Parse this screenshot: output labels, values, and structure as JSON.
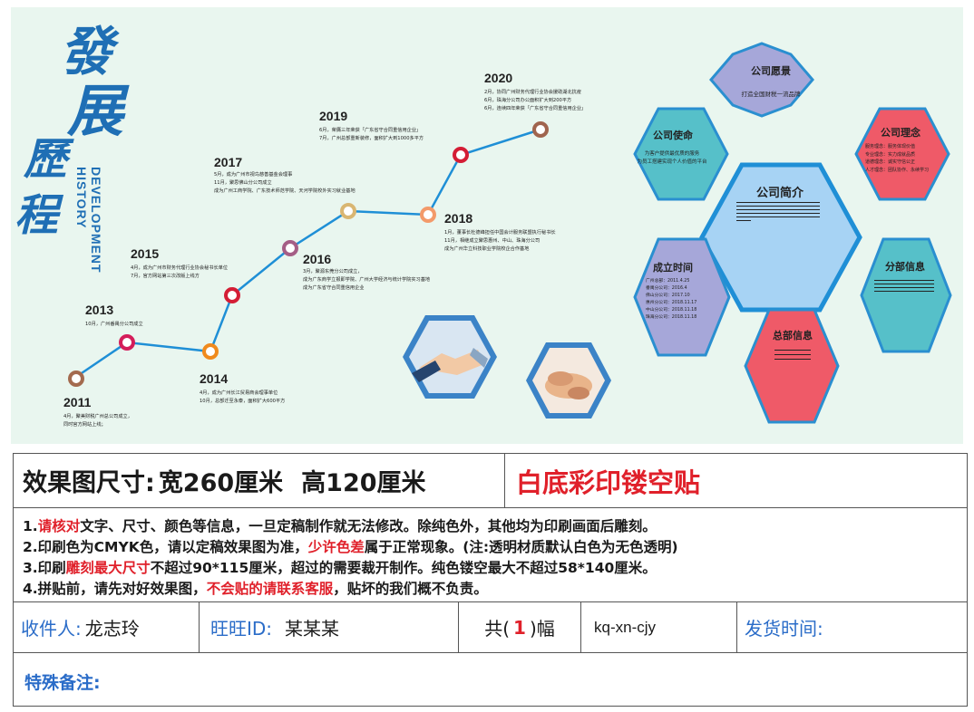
{
  "board": {
    "title_chars": [
      "發",
      "展",
      "歷",
      "程"
    ],
    "title_en": "DEVELOPMENT HISTORY",
    "milestones": [
      {
        "year": "2011",
        "lines": [
          "4月，聚美财税广州总公司成立，",
          "同时官方网站上线；"
        ]
      },
      {
        "year": "2013",
        "lines": [
          "10月，广州番禺分公司成立"
        ]
      },
      {
        "year": "2014",
        "lines": [
          "4月，成为广州长江贸易商会理事单位",
          "10月，总部迁至永泰，面积扩大600平方"
        ]
      },
      {
        "year": "2015",
        "lines": [
          "4月，成为广州市财务代理行业协会秘书长单位",
          "7月，官方网站第三次改版上线方"
        ]
      },
      {
        "year": "2016",
        "lines": [
          "3月，聚源东莞分公司成立，",
          "成为广东商学立报即学院、广州大学经济与统计学院实习基地",
          "成为广东省守合同重信用企业"
        ]
      },
      {
        "year": "2017",
        "lines": [
          "5月，成为广州市视鸟慈善基金会理事",
          "11月，聚思佛山分公司成立",
          "成为广州工商学院、广东技术师范学院、天河学院校外实习就业基地"
        ]
      },
      {
        "year": "2018",
        "lines": [
          "1月，董事长杜德峰担任中国会计服务联盟执行秘书长",
          "11月，相继成立聚思惠州、中山、珠海分公司",
          "成为广州华立科技职业学院校企合作基地"
        ]
      },
      {
        "year": "2019",
        "lines": [
          "6月，荣膺三年荣获「广东省守合同重信用企业」",
          "7月，广州总部重新装修，面积扩大到1000多平方"
        ]
      },
      {
        "year": "2020",
        "lines": [
          "2月，协同广州财务代理行业协会援助湖北抗疫",
          "6月，珠海分公司办公面积扩大到200平方",
          "6月，连续四年荣获「广东省守合同重信用企业」"
        ]
      }
    ],
    "hexagons": {
      "vision": {
        "title": "公司愿景",
        "text": [
          "打造全国财税一流品牌"
        ]
      },
      "mission": {
        "title": "公司使命",
        "text": [
          "为客户提供最优质的服务",
          "为员工搭建实现个人价值的平台"
        ]
      },
      "philosophy": {
        "title": "公司理念",
        "text": [
          "服务理念：服务体现价值",
          "专业理念：实力成就品质",
          "道德理念：诚实守信公正",
          "人才理念：团队协作、永续学习"
        ]
      },
      "intro": {
        "title": "公司简介"
      },
      "founding": {
        "title": "成立时间",
        "text": [
          "广州总部：2011.4.25",
          "番禺分公司：2016.4",
          "佛山分公司：2017.10",
          "惠州分公司：2018.11.17",
          "中山分公司：2018.11.18",
          "珠海分公司：2018.11.18"
        ]
      },
      "branch": {
        "title": "分部信息"
      },
      "hq": {
        "title": "总部信息"
      }
    }
  },
  "spec": {
    "size_label": "效果图尺寸:",
    "width_label": "宽260厘米",
    "height_label": "高120厘米",
    "material": "白底彩印镂空贴",
    "notes": [
      {
        "prefix": "1.",
        "red": "请核对",
        "rest": "文字、尺寸、颜色等信息，一旦定稿制作就无法修改。除纯色外，其他均为印刷画面后雕刻。"
      },
      {
        "prefix": "2.印刷色为CMYK色，请以定稿效果图为准，",
        "red": "少许色差",
        "rest": "属于正常现象。(注:透明材质默认白色为无色透明)"
      },
      {
        "prefix": "3.印刷",
        "red": "雕刻最大尺寸",
        "rest": "不超过90*115厘米，超过的需要裁开制作。纯色镂空最大不超过58*140厘米。"
      },
      {
        "prefix": "4.拼贴前，请先对好效果图，",
        "red": "不会贴的请联系客服",
        "rest": "，贴坏的我们概不负责。"
      }
    ],
    "recipient_label": "收件人:",
    "recipient": "龙志玲",
    "wangwang_label": "旺旺ID:",
    "wangwang": "某某某",
    "count_prefix": "共(",
    "count": "1",
    "count_suffix": ")幅",
    "code": "kq-xn-cjy",
    "ship_label": "发货时间:",
    "remark_label": "特殊备注:"
  },
  "colors": {
    "blue_accent": "#2a6cc8",
    "red_accent": "#e0202a",
    "timeline": "#1f8fd6"
  }
}
